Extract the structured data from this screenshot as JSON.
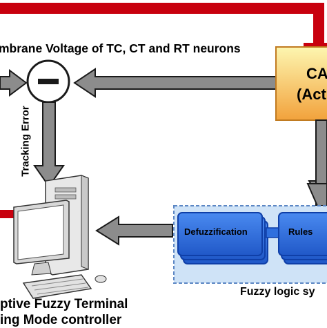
{
  "labels": {
    "membrane": "mbrane Voltage of TC, CT and RT neurons",
    "cadbox_line1": "CA",
    "cadbox_line2": "(Act",
    "tracking_error": "Tracking Error",
    "defuzzification": "Defuzzification",
    "rules": "Rules",
    "fuzzy_logic": "Fuzzy logic sy",
    "controller_line1": "ptive Fuzzy Terminal",
    "controller_line2": "ing Mode controller",
    "summing_sign": "−"
  },
  "colors": {
    "red_line": "#c8000e",
    "gray_arrow": "#8c8c8c",
    "arrow_border": "#1a1a1a",
    "box_gradient_top": "#fdf6b0",
    "box_gradient_bottom": "#f2a23c",
    "fuzzy_bg": "#cfe3f7",
    "fuzzy_border": "#5b86c4",
    "block_blue": "#2f6fde",
    "block_border": "#0f3fa8"
  },
  "icons": {
    "computer": "desktop-computer-icon"
  }
}
